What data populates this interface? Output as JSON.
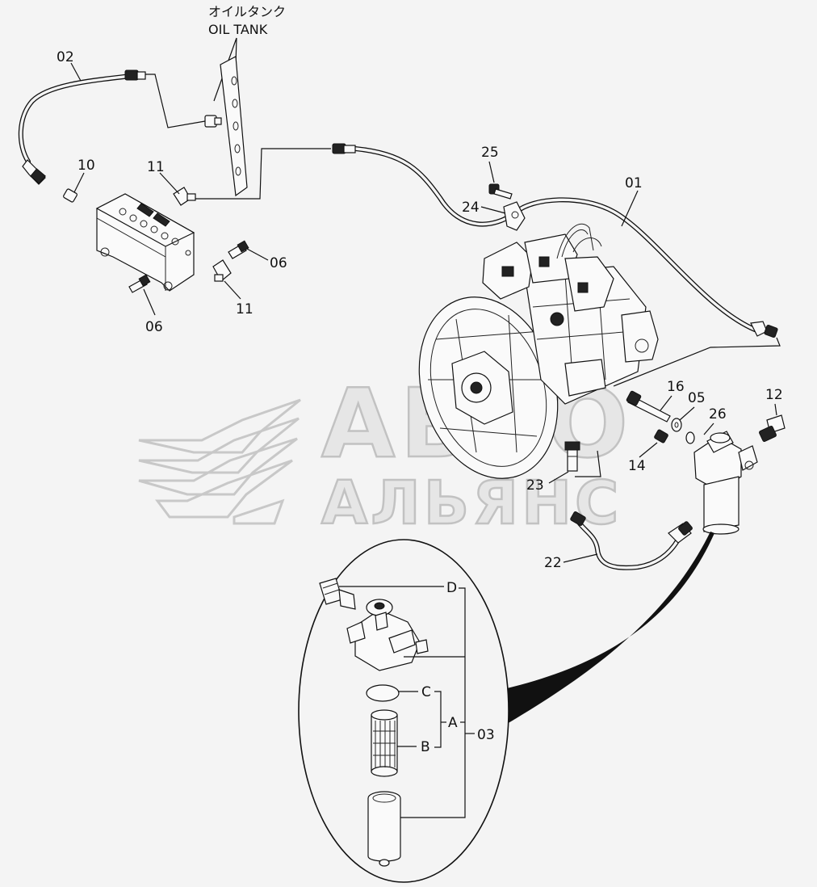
{
  "diagram": {
    "tank_label_jp": "オイルタンク",
    "tank_label_en": "OIL TANK",
    "callouts": {
      "c01": "01",
      "c02": "02",
      "c03": "03",
      "c05": "05",
      "c06a": "06",
      "c06b": "06",
      "c10": "10",
      "c11a": "11",
      "c11b": "11",
      "c12": "12",
      "c14": "14",
      "c16": "16",
      "c22": "22",
      "c23": "23",
      "c24": "24",
      "c25": "25",
      "c26": "26",
      "cA": "A",
      "cB": "B",
      "cC": "C",
      "cD": "D"
    },
    "watermark": {
      "line1": "АВТО",
      "line2": "АЛЬЯНС"
    }
  }
}
